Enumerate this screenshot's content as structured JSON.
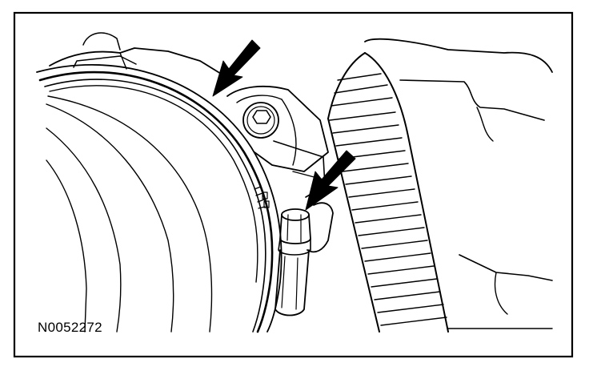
{
  "figure": {
    "reference_id": "N0052272",
    "line_color": "#000000",
    "background_color": "#ffffff",
    "callouts": [
      {
        "name": "arrow-to-damper-edge"
      },
      {
        "name": "arrow-to-bolt"
      }
    ]
  }
}
